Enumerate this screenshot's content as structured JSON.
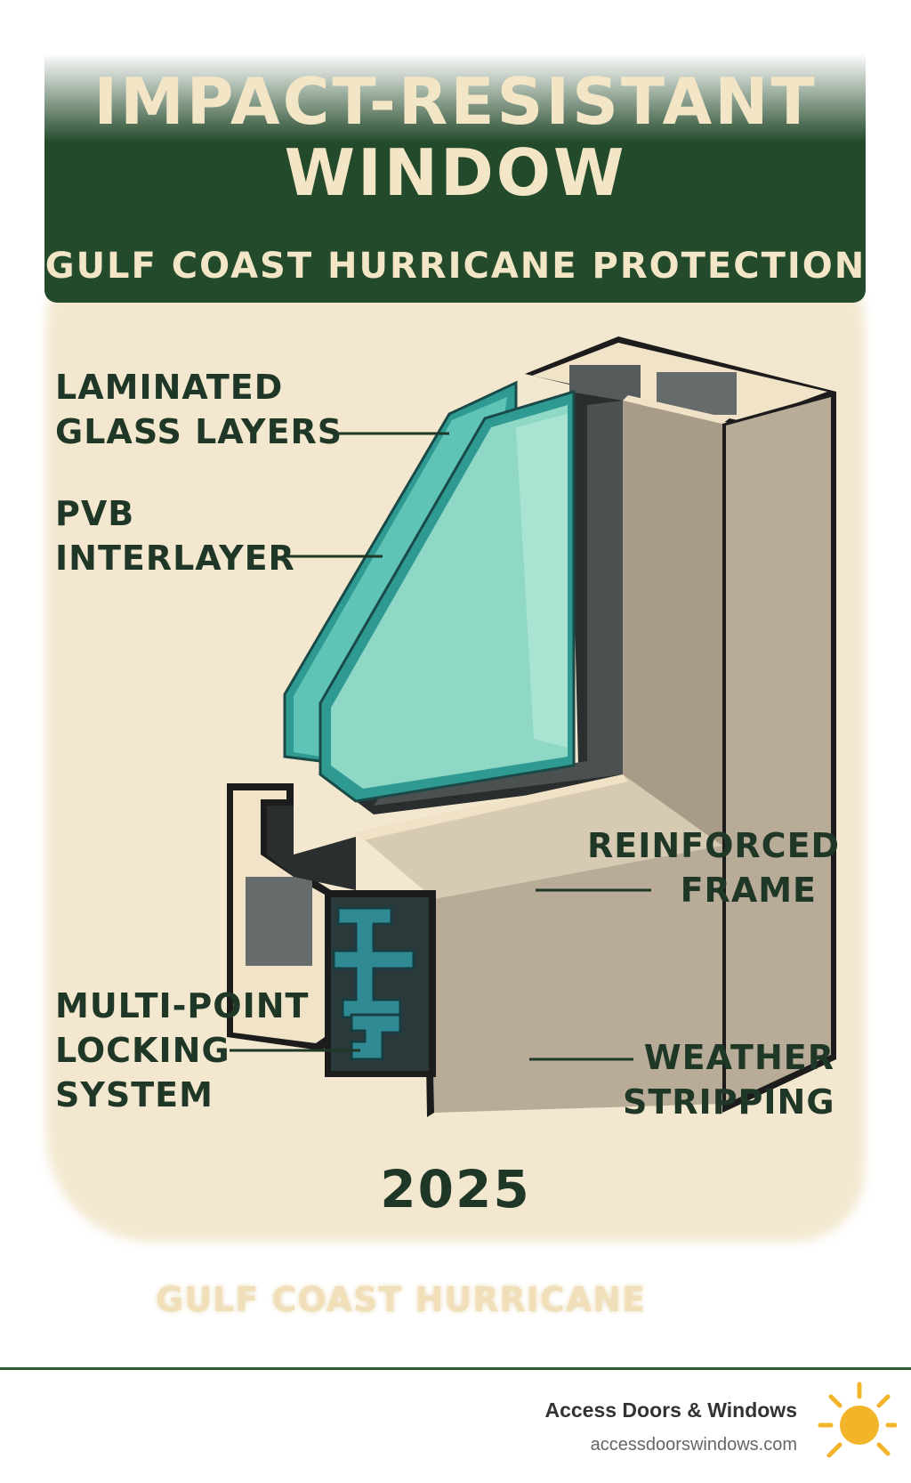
{
  "header": {
    "title_line1": "IMPACT-RESISTANT",
    "title_line2": "WINDOW",
    "subtitle": "GULF COAST HURRICANE PROTECTION"
  },
  "labels": {
    "laminated": "LAMINATED\nGLASS LAYERS",
    "pvb": "PVB\nINTERLAYER",
    "frame": "REINFORCED\nFRAME",
    "locking": "MULTI-POINT\nLOCKING\nSYSTEM",
    "weather": "WEATHER\nSTRIPPING"
  },
  "year": "2025",
  "bottom_tag": "GULF COAST HURRICANE",
  "brand": {
    "name": "Access Doors & Windows",
    "url": "accessdoorswindows.com"
  },
  "colors": {
    "banner": "#234a2b",
    "background": "#f3e8cf",
    "text_dark": "#1f3726",
    "glass": "#2e9a92",
    "frame": "#b8ab98",
    "sun": "#f2b52a"
  },
  "icons": [
    "sun-icon"
  ]
}
